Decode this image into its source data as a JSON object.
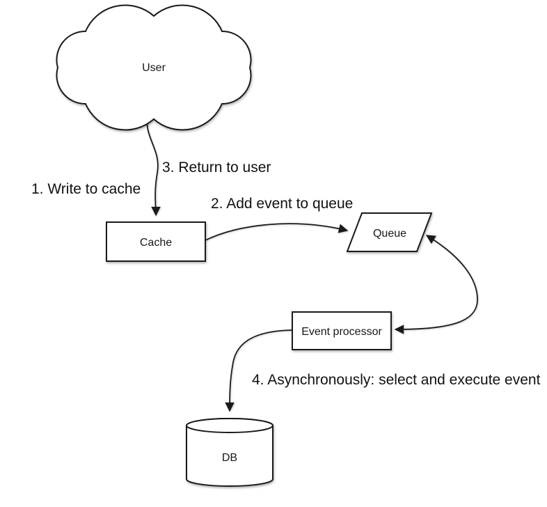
{
  "diagram": {
    "type": "flow-diagram",
    "background_color": "#ffffff",
    "stroke_color": "#1a1a1a",
    "text_color": "#16161d",
    "nodes": {
      "user": {
        "label": "User",
        "shape": "cloud"
      },
      "cache": {
        "label": "Cache",
        "shape": "rectangle"
      },
      "queue": {
        "label": "Queue",
        "shape": "parallelogram"
      },
      "event_processor": {
        "label": "Event processor",
        "shape": "rectangle"
      },
      "db": {
        "label": "DB",
        "shape": "cylinder"
      }
    },
    "steps": {
      "step1": "1. Write to cache",
      "step2": "2. Add event to queue",
      "step3": "3. Return to user",
      "step4": "4. Asynchronously: select and execute event"
    },
    "edges": [
      {
        "from": "user",
        "to": "cache",
        "style": "single-arrow",
        "labels": [
          "1. Write to cache",
          "3. Return to user"
        ]
      },
      {
        "from": "cache",
        "to": "queue",
        "style": "single-arrow",
        "labels": [
          "2. Add event to queue"
        ]
      },
      {
        "from": "queue",
        "to": "event_processor",
        "style": "double-arrow",
        "labels": []
      },
      {
        "from": "event_processor",
        "to": "db",
        "style": "single-arrow",
        "labels": [
          "4. Asynchronously: select and execute event"
        ]
      }
    ]
  }
}
